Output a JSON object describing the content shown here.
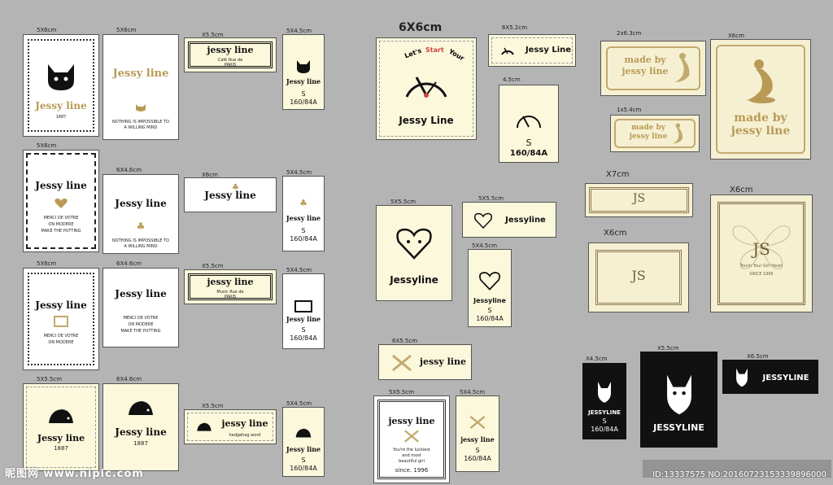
{
  "brand_serif": "Jessy line",
  "brand_serif_lc": "jessy line",
  "brand_cap": "Jessy Line",
  "brand_one": "Jessyline",
  "brand_upper": "JESSYLINE",
  "monogram": "JS",
  "size_letter": "S",
  "size_code": "160/84A",
  "dims": {
    "r1a": "5X6cm",
    "r1b": "5X6cm",
    "r1c": "X5.5cm",
    "r1d": "5X4.5cm",
    "r2a": "5X6cm",
    "r2b": "6X4.6cm",
    "r2c": "X6cm",
    "r2d": "5X4.5cm",
    "r3a": "5X6cm",
    "r3b": "6X4.6cm",
    "r3c": "X5.5cm",
    "r3d": "5X4.5cm",
    "r4a": "5X5.5cm",
    "r4b": "6X4.6cm",
    "r4c": "X5.5cm",
    "r4d": "5X4.5cm",
    "clock_big": "6X6cm",
    "clock_wide": "6X5.2cm",
    "clock_small": "4.5cm",
    "heart_sq": "5X5.5cm",
    "heart_wide": "5X5.5cm",
    "heart_small": "5X4.5cm",
    "bones_wide": "6X5.5cm",
    "bones_sq": "5X5.5cm",
    "bones_small": "5X4.5cm",
    "mermaid_wide": "2x6.3cm",
    "mermaid_small": "1x5.4cm",
    "mermaid_big": "X6cm",
    "js_wide": "X7cm",
    "js_mid": "X6cm",
    "js_big": "X6cm",
    "fox_small": "X4.5cm",
    "fox_sq": "X5.5cm",
    "fox_wide": "X6.5cm"
  },
  "texts": {
    "year_1887": "1887",
    "since": "since. 1996",
    "cafe": "Café Rue de",
    "paris": "PARIS",
    "music": "Music Rue de",
    "nothing": "NOTHING IS IMPOSSIBLE TO",
    "willing": "A WILLING MIND",
    "willing2": "A WILLING MIND",
    "hedgehog": "hedgehog word",
    "lucky1": "You're the luckiest",
    "lucky2": "and most",
    "lucky3": "beautiful girl",
    "made_by": "made by",
    "lets": "Let's",
    "start": "Start",
    "your": "Your",
    "touch": "Touch Your Girl Heart",
    "since_js": "SINCE 1996",
    "tiny1": "MERCI DE VOTRE",
    "tiny2": "ON MODERE",
    "tiny3": "MAKE THE PUTTING"
  },
  "watermark": {
    "site": "昵图网 www.nipic.com",
    "id": "ID:13337575 NO:20160723153339896000"
  },
  "colors": {
    "gold": "#b89a55",
    "cream": "#fbf8dc",
    "black": "#111111",
    "bg": "#b4b4b4"
  }
}
